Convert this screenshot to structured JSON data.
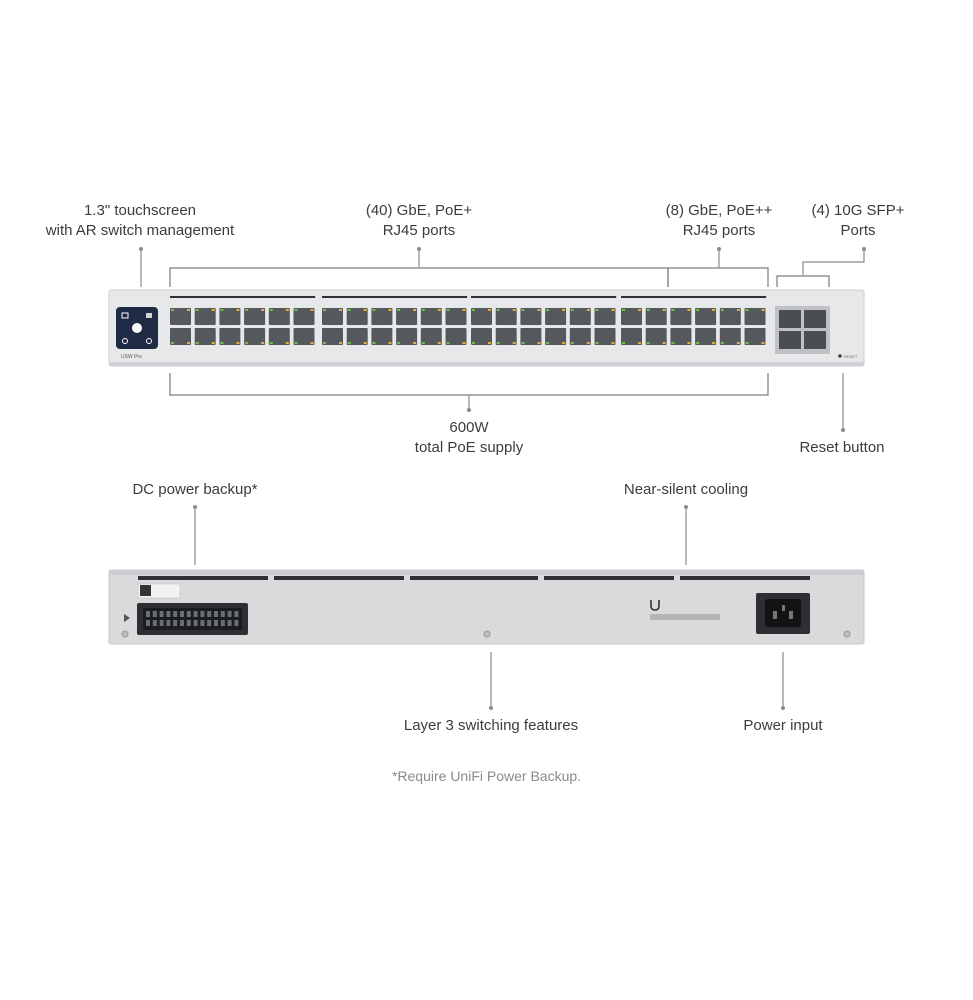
{
  "labels": {
    "touchscreen": [
      "1.3\" touchscreen",
      "with AR switch management"
    ],
    "poe_plus": [
      "(40) GbE, PoE+",
      "RJ45 ports"
    ],
    "poe_plusplus": [
      "(8) GbE, PoE++",
      "RJ45 ports"
    ],
    "sfp": [
      "(4) 10G SFP+",
      "Ports"
    ],
    "poe_supply": [
      "600W",
      "total PoE supply"
    ],
    "reset": [
      "Reset button"
    ],
    "dc_backup": [
      "DC power backup*"
    ],
    "cooling": [
      "Near-silent cooling"
    ],
    "layer3": [
      "Layer 3 switching features"
    ],
    "power_input": [
      "Power input"
    ]
  },
  "footnote": "*Require UniFi Power Backup.",
  "device": {
    "model_badge": "USW Pro",
    "reset_text": "RESET"
  },
  "colors": {
    "chassis": "#e7e8ea",
    "rear": "#d9dadc",
    "port_led_green": "#6ec04a",
    "port_led_amber": "#e0b13a",
    "screen": "#1f2a44"
  }
}
